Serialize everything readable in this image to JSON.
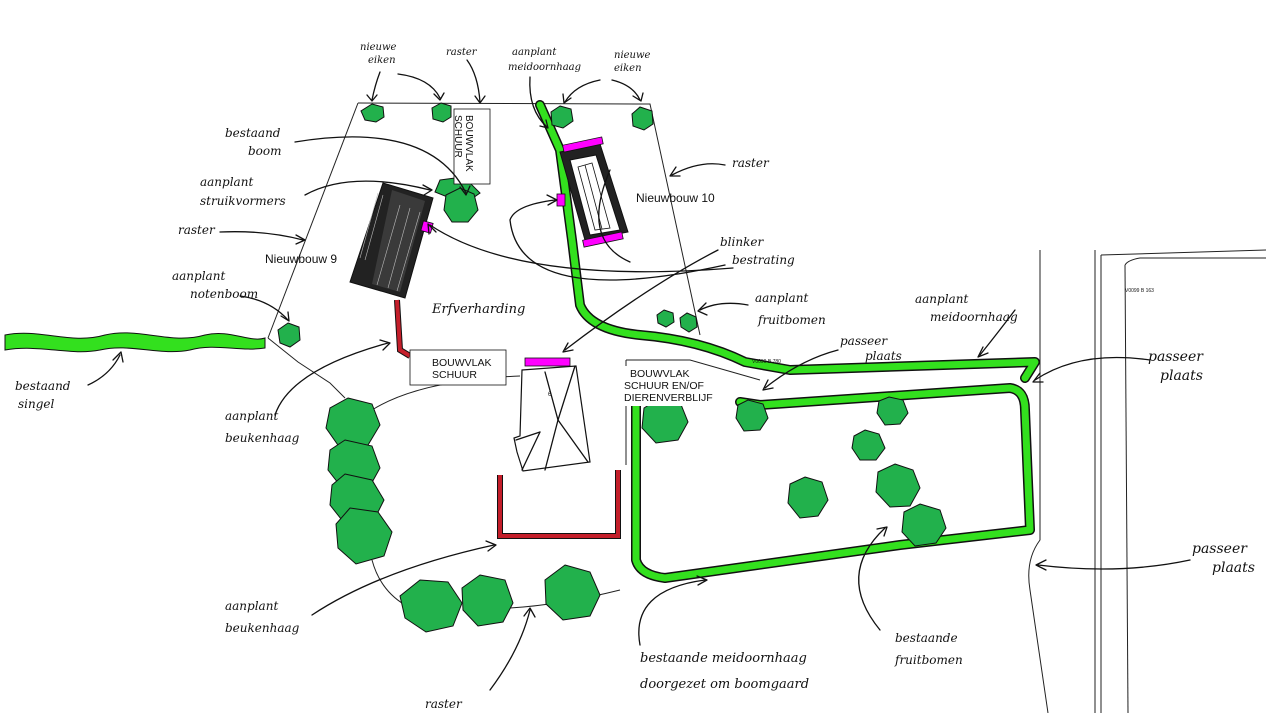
{
  "plan_labels": {
    "nieuwbouw9": "Nieuwbouw 9",
    "nieuwbouw10": "Nieuwbouw 10",
    "bouwvlak_schuur_top_1": "BOUWVLAK",
    "bouwvlak_schuur_top_2": "SCHUUR",
    "bouwvlak_schuur_mid_1": "BOUWVLAK",
    "bouwvlak_schuur_mid_2": "SCHUUR",
    "bouwvlak_dier_1": "BOUWVLAK",
    "bouwvlak_dier_2": "SCHUUR EN/OF",
    "bouwvlak_dier_3": "DIERENVERBLIJF",
    "house_number": "6",
    "parcel_code_1": "V0099 B 163",
    "parcel_code_2": "V0099 B 780"
  },
  "annotations": {
    "nieuwe_eiken_left_1": "nieuwe",
    "nieuwe_eiken_left_2": "eiken",
    "raster_top": "raster",
    "aanplant_meidoornhaag_top_1": "aanplant",
    "aanplant_meidoornhaag_top_2": "meidoornhaag",
    "nieuwe_eiken_right_1": "nieuwe",
    "nieuwe_eiken_right_2": "eiken",
    "bestaand_boom_1": "bestaand",
    "bestaand_boom_2": "boom",
    "raster_right": "raster",
    "aanplant_struikvormers_1": "aanplant",
    "aanplant_struikvormers_2": "struikvormers",
    "raster_left": "raster",
    "blinker_bestrating_1": "blinker",
    "blinker_bestrating_2": "bestrating",
    "aanplant_notenboom_1": "aanplant",
    "aanplant_notenboom_2": "notenboom",
    "erfverharding": "Erfverharding",
    "aanplant_fruitbomen_1": "aanplant",
    "aanplant_fruitbomen_2": "fruitbomen",
    "aanplant_meidoornhaag_right_1": "aanplant",
    "aanplant_meidoornhaag_right_2": "meidoornhaag",
    "bestaand_singel_1": "bestaand",
    "bestaand_singel_2": "singel",
    "passeer_plaats_mid_1": "passeer",
    "passeer_plaats_mid_2": "plaats",
    "passeer_plaats_right_1": "passeer",
    "passeer_plaats_right_2": "plaats",
    "aanplant_beukenhaag_1": "aanplant",
    "aanplant_beukenhaag_2": "beukenhaag",
    "aanplant_beukenhaag_low_1": "aanplant",
    "aanplant_beukenhaag_low_2": "beukenhaag",
    "passeer_plaats_low_1": "passeer",
    "passeer_plaats_low_2": "plaats",
    "bestaande_fruitbomen_1": "bestaande",
    "bestaande_fruitbomen_2": "fruitbomen",
    "bestaande_meidoornhaag_1": "bestaande meidoornhaag",
    "bestaande_meidoornhaag_2": "doorgezet om boomgaard",
    "raster_bottom": "raster"
  },
  "colors": {
    "tree": "#22b14c",
    "new_hedge": "#33e01e",
    "paving": "#c41e2a",
    "gravel": "#ff00ff",
    "ink": "#111111"
  }
}
